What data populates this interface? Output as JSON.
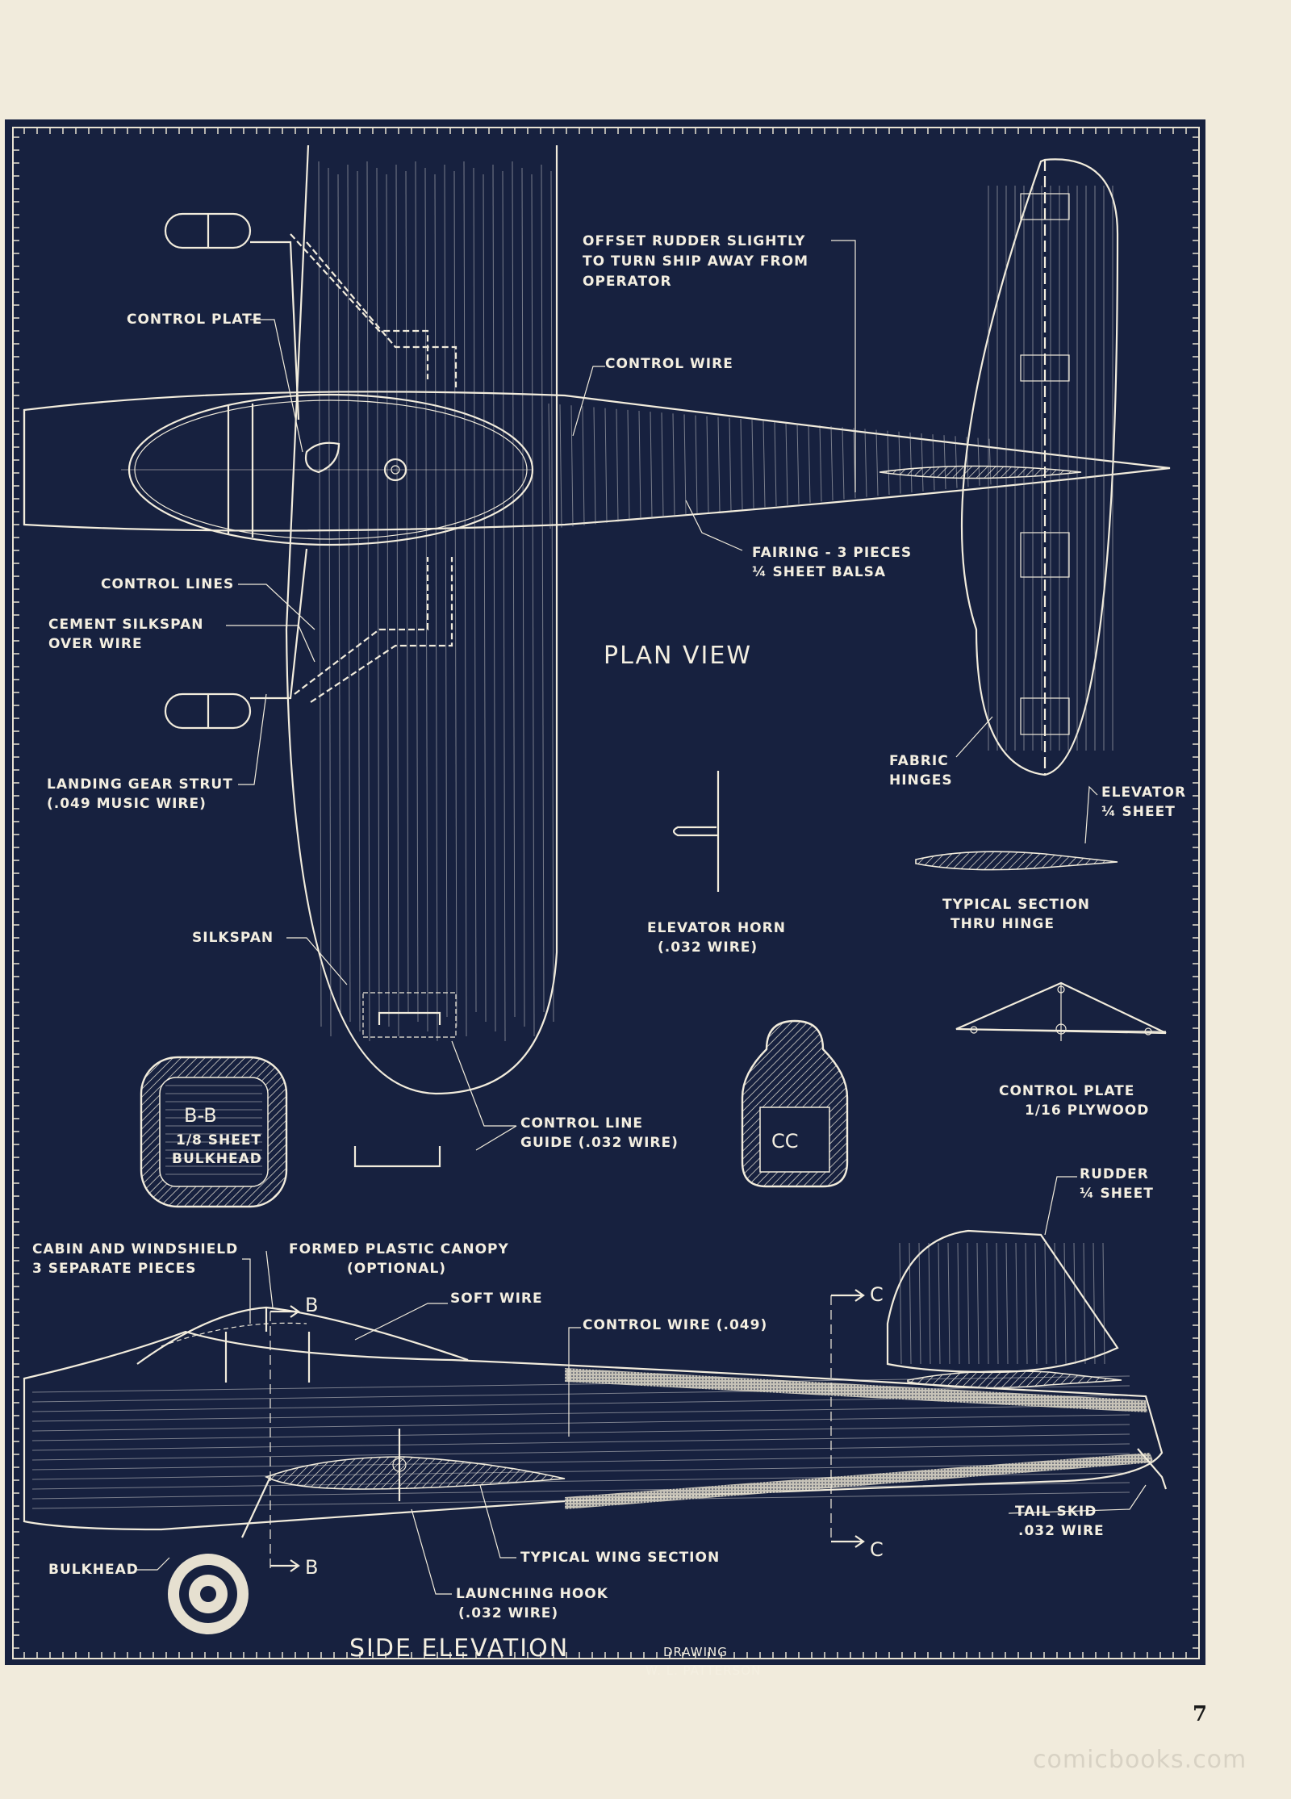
{
  "plan_view": {
    "title": "PLAN VIEW",
    "labels": {
      "offset_rudder_1": "OFFSET RUDDER SLIGHTLY",
      "offset_rudder_2": "TO TURN SHIP AWAY FROM",
      "offset_rudder_3": "OPERATOR",
      "control_plate": "CONTROL PLATE",
      "control_wire": "CONTROL WIRE",
      "fairing_1": "FAIRING - 3 PIECES",
      "fairing_2": "¼ SHEET BALSA",
      "control_lines": "CONTROL LINES",
      "cement_1": "CEMENT SILKSPAN",
      "cement_2": "OVER WIRE",
      "landing_gear_1": "LANDING GEAR STRUT",
      "landing_gear_2": "(.049 MUSIC WIRE)",
      "fabric_1": "FABRIC",
      "fabric_2": "HINGES",
      "elevator_1": "ELEVATOR",
      "elevator_2": "¼ SHEET",
      "silkspan": "SILKSPAN",
      "control_line_guide_1": "CONTROL LINE",
      "control_line_guide_2": "GUIDE (.032 WIRE)"
    }
  },
  "details": {
    "elevator_horn_1": "ELEVATOR HORN",
    "elevator_horn_2": "(.032 WIRE)",
    "typical_section_1": "TYPICAL SECTION",
    "typical_section_2": "THRU HINGE",
    "control_plate_1": "CONTROL PLATE",
    "control_plate_2": "1/16 PLYWOOD",
    "bb_title": "B-B",
    "bb_1": "1/8 SHEET",
    "bb_2": "BULKHEAD",
    "cc_title": "CC"
  },
  "side_elevation": {
    "title": "SIDE ELEVATION",
    "labels": {
      "rudder_1": "RUDDER",
      "rudder_2": "¼ SHEET",
      "cabin_1": "CABIN AND WINDSHIELD",
      "cabin_2": "3 SEPARATE PIECES",
      "canopy_1": "FORMED PLASTIC CANOPY",
      "canopy_2": "(OPTIONAL)",
      "soft_wire": "SOFT WIRE",
      "control_wire_049": "CONTROL WIRE (.049)",
      "section_b": "B",
      "section_c": "C",
      "tail_skid_1": "TAIL SKID",
      "tail_skid_2": ".032 WIRE",
      "bulkhead": "BULKHEAD",
      "typical_wing": "TYPICAL WING SECTION",
      "launching_1": "LAUNCHING HOOK",
      "launching_2": "(.032 WIRE)"
    }
  },
  "credit": {
    "line1": "DRAWING",
    "line2": "W. L. PATTERSON"
  },
  "page_number": "7",
  "watermark": "comicbooks.com",
  "colors": {
    "blueprint": "#17213f",
    "ink": "#f2ecdc",
    "paper": "#f1ebdc"
  }
}
